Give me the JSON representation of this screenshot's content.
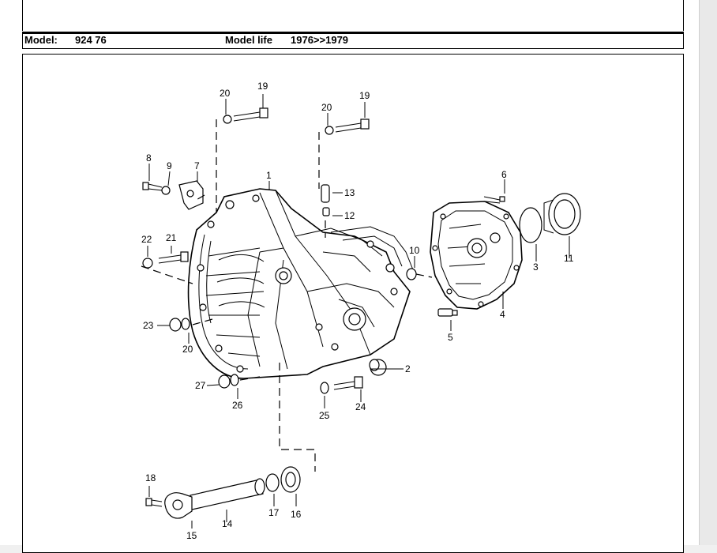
{
  "header": {
    "model_label": "Model:",
    "model_value": "924 76",
    "model_life_label": "Model life",
    "model_life_value": "1976>>1979"
  },
  "callouts": {
    "c1": "1",
    "c2": "2",
    "c3": "3",
    "c4": "4",
    "c5": "5",
    "c6": "6",
    "c7": "7",
    "c8": "8",
    "c9": "9",
    "c10": "10",
    "c11": "11",
    "c12": "12",
    "c13": "13",
    "c14": "14",
    "c15": "15",
    "c16": "16",
    "c17": "17",
    "c18": "18",
    "c19a": "19",
    "c19b": "19",
    "c20a": "20",
    "c20b": "20",
    "c20c": "20",
    "c21": "21",
    "c22": "22",
    "c23": "23",
    "c24": "24",
    "c25": "25",
    "c26": "26",
    "c27": "27"
  }
}
